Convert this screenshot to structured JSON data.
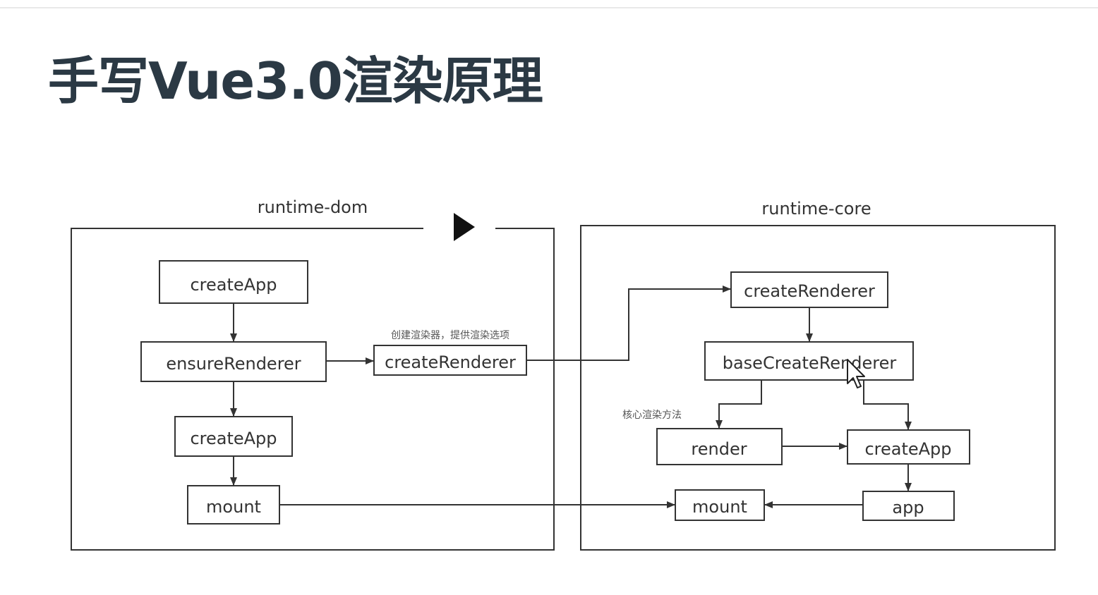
{
  "slide": {
    "title": "手写Vue3.0渲染原理"
  },
  "groups": {
    "dom": "runtime-dom",
    "core": "runtime-core"
  },
  "dom_nodes": {
    "createApp_top": "createApp",
    "ensureRenderer": "ensureRenderer",
    "createApp_mid": "createApp",
    "mount": "mount",
    "createRenderer": "createRenderer"
  },
  "core_nodes": {
    "createRenderer": "createRenderer",
    "baseCreateRenderer": "baseCreateRenderer",
    "render": "render",
    "createApp": "createApp",
    "mount": "mount",
    "app": "app"
  },
  "annotations": {
    "create_renderer_note": "创建渲染器，提供渲染选项",
    "core_render_note": "核心渲染方法"
  },
  "icons": {
    "video": "play-icon",
    "pointer": "mouse-cursor-icon"
  }
}
